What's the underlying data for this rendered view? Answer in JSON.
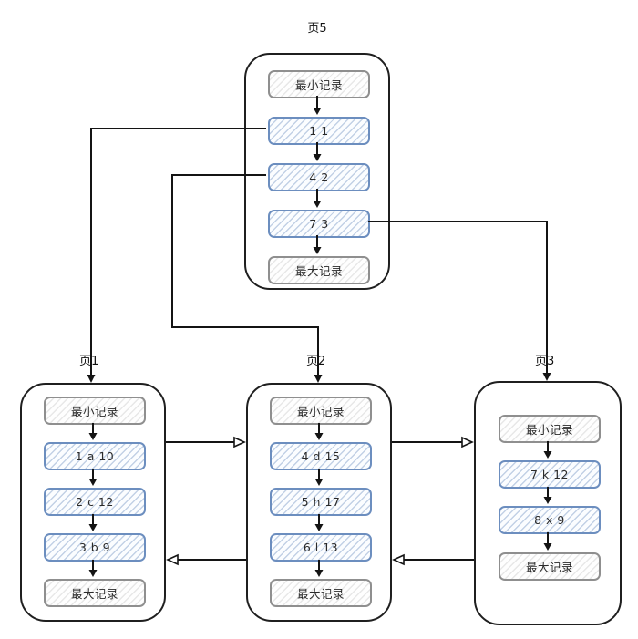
{
  "diagram_type": "b-plus-tree-pages",
  "pages": [
    {
      "label": "页5",
      "records": [
        {
          "text": "最小记录",
          "type": "system"
        },
        {
          "text": "1 1",
          "type": "data"
        },
        {
          "text": "4 2",
          "type": "data"
        },
        {
          "text": "7 3",
          "type": "data"
        },
        {
          "text": "最大记录",
          "type": "system"
        }
      ]
    },
    {
      "label": "页1",
      "records": [
        {
          "text": "最小记录",
          "type": "system"
        },
        {
          "text": "1 a 10",
          "type": "data"
        },
        {
          "text": "2 c 12",
          "type": "data"
        },
        {
          "text": "3 b 9",
          "type": "data"
        },
        {
          "text": "最大记录",
          "type": "system"
        }
      ]
    },
    {
      "label": "页2",
      "records": [
        {
          "text": "最小记录",
          "type": "system"
        },
        {
          "text": "4 d 15",
          "type": "data"
        },
        {
          "text": "5 h 17",
          "type": "data"
        },
        {
          "text": "6 l 13",
          "type": "data"
        },
        {
          "text": "最大记录",
          "type": "system"
        }
      ]
    },
    {
      "label": "页3",
      "records": [
        {
          "text": "最小记录",
          "type": "system"
        },
        {
          "text": "7 k 12",
          "type": "data"
        },
        {
          "text": "8 x 9",
          "type": "data"
        },
        {
          "text": "最大记录",
          "type": "system"
        }
      ]
    }
  ],
  "edges": [
    {
      "from": "页5 record 1 1",
      "to": "页1",
      "kind": "tree-pointer"
    },
    {
      "from": "页5 record 4 2",
      "to": "页2",
      "kind": "tree-pointer"
    },
    {
      "from": "页5 record 7 3",
      "to": "页3",
      "kind": "tree-pointer"
    },
    {
      "from": "页1",
      "to": "页2",
      "kind": "next-sibling"
    },
    {
      "from": "页2",
      "to": "页1",
      "kind": "prev-sibling"
    },
    {
      "from": "页2",
      "to": "页3",
      "kind": "next-sibling"
    },
    {
      "from": "页3",
      "to": "页2",
      "kind": "prev-sibling"
    }
  ],
  "colors": {
    "data_record_border": "#6c8ebf",
    "data_record_fill": "#dae8fc",
    "system_record_border": "#8f8f8f",
    "system_record_fill": "#f5f5f5",
    "page_border": "#1f1f1f",
    "connector": "#141414",
    "background": "#ffffff"
  }
}
